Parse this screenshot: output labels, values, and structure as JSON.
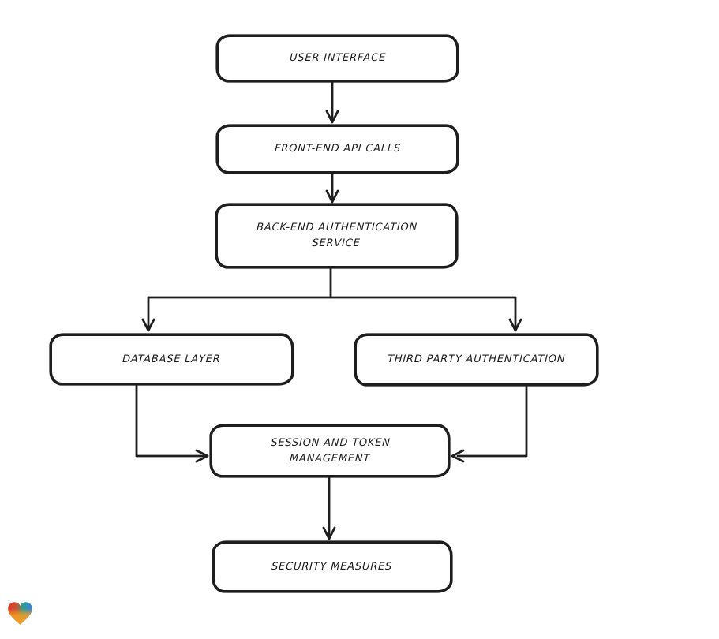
{
  "page": {
    "background_color": "#ffffff"
  },
  "diagram": {
    "style": "hand-drawn flowchart",
    "stroke_color": "#1e1e1e",
    "node_fill_color": "#ffffff",
    "nodes": [
      {
        "id": "user-interface",
        "label": "USER INTERFACE"
      },
      {
        "id": "front-end-api-calls",
        "label": "FRONT-END API CALLS"
      },
      {
        "id": "back-end-auth-service",
        "label": "BACK-END AUTHENTICATION SERVICE"
      },
      {
        "id": "database-layer",
        "label": "DATABASE LAYER"
      },
      {
        "id": "third-party-auth",
        "label": "THIRD PARTY AUTHENTICATION"
      },
      {
        "id": "session-token-mgmt",
        "label": "SESSION AND TOKEN MANAGEMENT"
      },
      {
        "id": "security-measures",
        "label": "SECURITY MEASURES"
      }
    ],
    "edges": [
      {
        "from": "user-interface",
        "to": "front-end-api-calls"
      },
      {
        "from": "front-end-api-calls",
        "to": "back-end-auth-service"
      },
      {
        "from": "back-end-auth-service",
        "to": "database-layer"
      },
      {
        "from": "back-end-auth-service",
        "to": "third-party-auth"
      },
      {
        "from": "database-layer",
        "to": "session-token-mgmt"
      },
      {
        "from": "third-party-auth",
        "to": "session-token-mgmt"
      },
      {
        "from": "session-token-mgmt",
        "to": "security-measures"
      }
    ]
  },
  "logo": {
    "name": "gradient-heart-watermark",
    "colors": {
      "red": "#e3342b",
      "teal": "#2a9d8f",
      "blue": "#3b82d4",
      "orange": "#f59e24"
    }
  }
}
